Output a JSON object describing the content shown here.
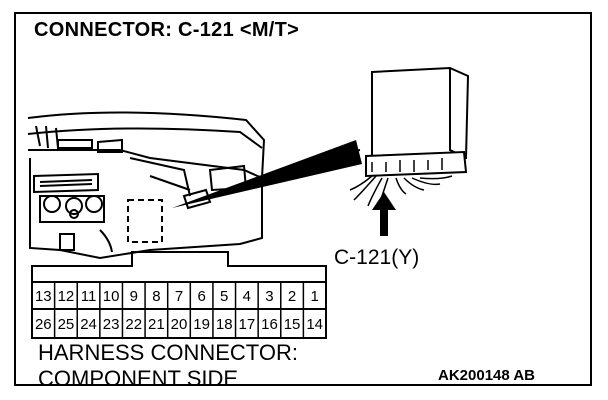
{
  "title": "CONNECTOR: C-121 <M/T>",
  "callout_label": "C-121(Y)",
  "footer": {
    "line1": "HARNESS CONNECTOR:",
    "line2": "COMPONENT SIDE"
  },
  "reference_code": "AK200148 AB",
  "connector": {
    "top_row": [
      "13",
      "12",
      "11",
      "10",
      "9",
      "8",
      "7",
      "6",
      "5",
      "4",
      "3",
      "2",
      "1"
    ],
    "bottom_row": [
      "26",
      "25",
      "24",
      "23",
      "22",
      "21",
      "20",
      "19",
      "18",
      "17",
      "16",
      "15",
      "14"
    ]
  }
}
